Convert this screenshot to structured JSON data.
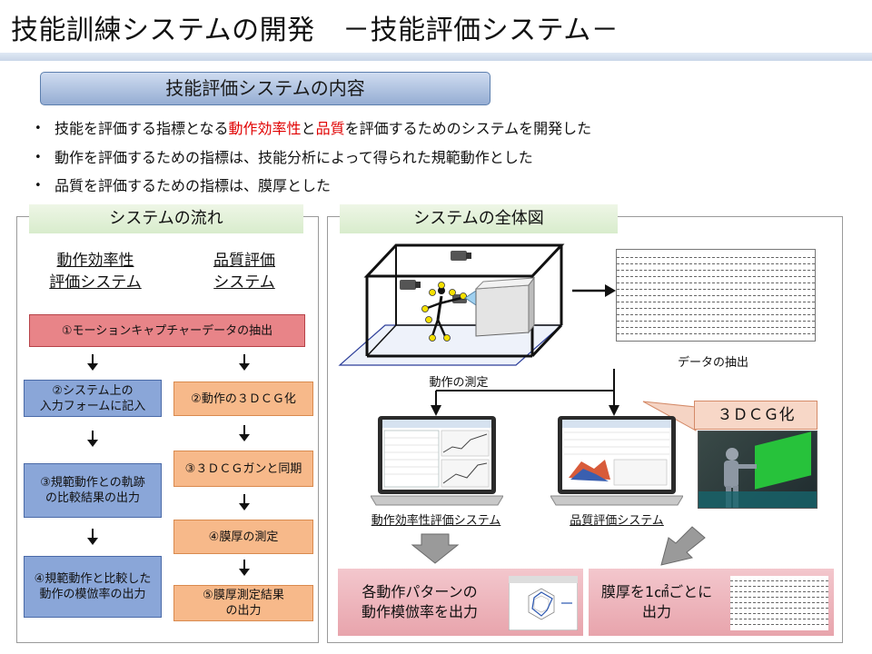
{
  "title": "技能訓練システムの開発　－技能評価システム－",
  "content_header": "技能評価システムの内容",
  "bullets": [
    {
      "parts": [
        "技能を評価する指標となる",
        "動作効率性",
        "と",
        "品質",
        "を評価するためのシステムを開発した"
      ]
    },
    {
      "text": "動作を評価するための指標は、技能分析によって得られた規範動作とした"
    },
    {
      "text": "品質を評価するための指標は、膜厚とした"
    }
  ],
  "flow_panel": {
    "label": "システムの流れ",
    "col_left": [
      "動作効率性",
      "評価システム"
    ],
    "col_right": [
      "品質評価",
      "システム"
    ],
    "step_shared": "①モーションキャプチャーデータの抽出",
    "left_steps": [
      "②システム上の\n入力フォームに記入",
      "③規範動作との軌跡\nの比較結果の出力",
      "④規範動作と比較した\n動作の模倣率の出力"
    ],
    "right_steps": [
      "②動作の３ＤＣＧ化",
      "③３ＤＣＧガンと同期",
      "④膜厚の測定",
      "⑤膜厚測定結果\nの出力"
    ]
  },
  "overview_panel": {
    "label": "システムの全体図",
    "measure_caption": "動作の測定",
    "extract_caption": "データの抽出",
    "cg_callout": "３ＤＣＧ化",
    "laptop_left_caption": "動作効率性評価システム",
    "laptop_right_caption": "品質評価システム",
    "result_left": "各動作パターンの\n動作模倣率を出力",
    "result_right": "膜厚を1㎠ごとに\n出力"
  },
  "colors": {
    "accent_red": "#e00000",
    "step_red": "#e88488",
    "step_blue": "#8aa6d8",
    "step_orange": "#f7b98a",
    "panel_label_green": "#d8eccc",
    "result_pink": "#eaa8b0"
  },
  "icons": [
    "motion-capture-camera-icon",
    "arrow-right-icon",
    "arrow-down-icon",
    "laptop-icon",
    "radar-chart-icon",
    "data-table-icon"
  ]
}
